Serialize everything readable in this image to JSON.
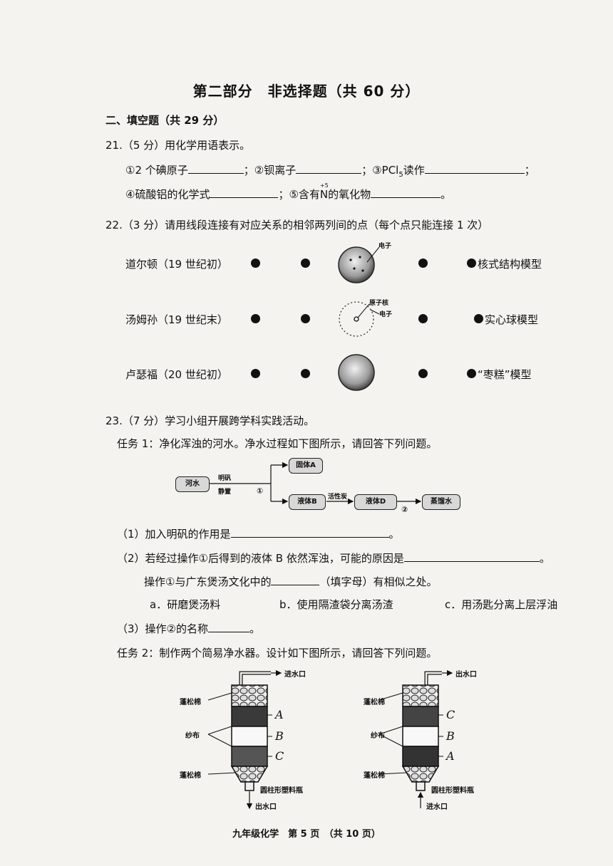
{
  "title": "第二部分　非选择题（共 60 分）",
  "section2": "二、填空题（共 29 分）",
  "q21": {
    "head": "21.（5 分）用化学用语表示。",
    "p1": "①2 个碘原子",
    "p2": "；②钡离子",
    "p3": "；③PCl",
    "p3sub": "5",
    "p3b": "读作",
    "p4": "④硫酸铝的化学式",
    "p5": "；⑤含有",
    "p5n": "N",
    "p5sup": "+5",
    "p5b": "的氧化物",
    "end": "。",
    "semi": "；"
  },
  "q22": {
    "head": "22.（3 分）请用线段连接有对应关系的相邻两列间的点（每个点只能连接 1 次）",
    "scientists": [
      "道尔顿（19 世纪初）",
      "汤姆孙（19 世纪末）",
      "卢瑟福（20 世纪初）"
    ],
    "models": [
      "核式结构模型",
      "实心球模型",
      "“枣糕”模型"
    ],
    "label_electron": "电子",
    "label_nucleus": "原子核",
    "label_electron2": "电子"
  },
  "q23": {
    "head": "23.（7 分）学习小组开展跨学科实践活动。",
    "task1": "任务 1：净化浑浊的河水。净水过程如下图所示，请回答下列问题。",
    "flow": {
      "river": "河水",
      "alum": "明矾",
      "settle": "静置",
      "op1": "①",
      "solidA": "固体A",
      "liquidB": "液体B",
      "carbon": "活性炭",
      "liquidD": "液体D",
      "op2": "②",
      "distilled": "蒸馏水"
    },
    "s1": "（1）加入明矾的作用是",
    "s2": "（2）若经过操作①后得到的液体 B 依然浑浊，可能的原因是",
    "s2b": "操作①与广东煲汤文化中的",
    "s2c": "（填字母）有相似之处。",
    "opt_a": "a．研磨煲汤料",
    "opt_b": "b．使用隔渣袋分离汤渣",
    "opt_c": "c．用汤匙分离上层浮油",
    "s3": "（3）操作②的名称",
    "task2": "任务 2：制作两个简易净水器。设计如下图所示，请回答下列问题。",
    "dev1": {
      "inlet": "进水口",
      "cotton_top": "蓬松棉",
      "cloth": "纱布",
      "cotton_bot": "蓬松棉",
      "bottle": "圆柱形塑料瓶",
      "outlet": "出水口",
      "l1": "A",
      "l2": "B",
      "l3": "C"
    },
    "dev2": {
      "outlet": "出水口",
      "cotton_top": "蓬松棉",
      "cloth": "纱布",
      "cotton_bot": "蓬松棉",
      "bottle": "圆柱形塑料瓶",
      "inlet": "进水口",
      "l1": "C",
      "l2": "B",
      "l3": "A"
    }
  },
  "footer": "九年级化学　第 5 页　（共 10 页）"
}
